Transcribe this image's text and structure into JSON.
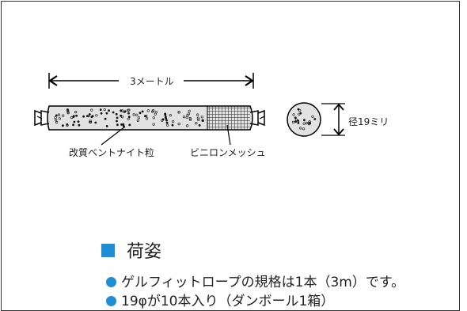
{
  "diagram": {
    "length_label": "3メートル",
    "bentonite_label": "改質ベントナイト粒",
    "mesh_label": "ビニロンメッシュ",
    "diameter_label": "径19ミリ"
  },
  "section": {
    "title": "荷姿",
    "bullets": [
      "ゲルフィットロープの規格は1本（3m）です。",
      "19φが10本入り（ダンボール1箱）"
    ]
  },
  "colors": {
    "accent": "#1e8fd5",
    "rope_fill": "#e2e2e2"
  }
}
